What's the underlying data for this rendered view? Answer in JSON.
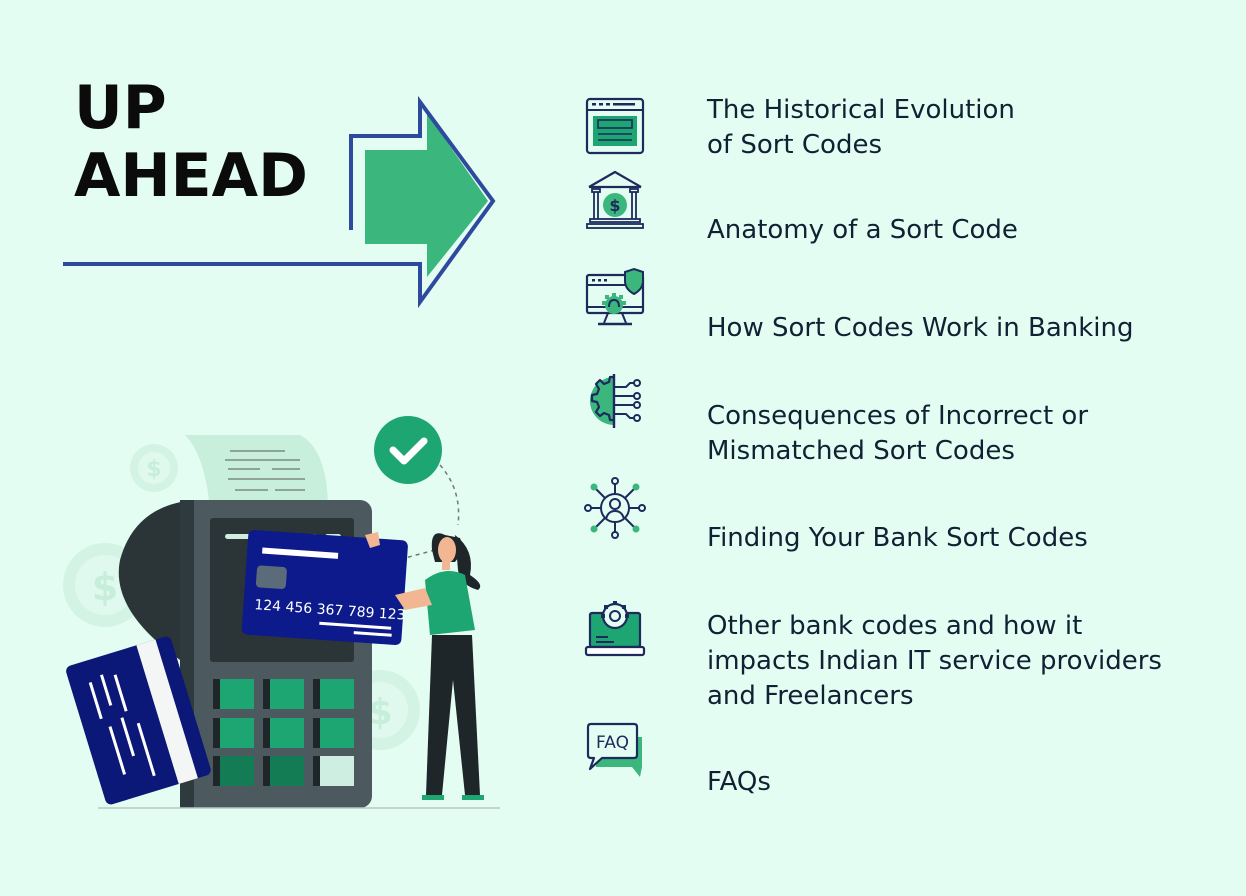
{
  "header": {
    "title_line1": "UP",
    "title_line2": "AHEAD"
  },
  "colors": {
    "background": "#e3fdf3",
    "accent_green": "#3bb77e",
    "navy": "#2e4a9e",
    "icon_navy": "#1c2a5c",
    "text": "#0f2233"
  },
  "illustration": {
    "card_number": "124 456 367 789 123",
    "check_icon": "check-circle-icon"
  },
  "toc": {
    "items": [
      {
        "icon": "browser-window-icon",
        "lines": [
          "The Historical Evolution",
          "of Sort Codes"
        ]
      },
      {
        "icon": "bank-dollar-icon",
        "lines": [
          "Anatomy of a Sort Code"
        ]
      },
      {
        "icon": "monitor-shield-gear-icon",
        "lines": [
          "How Sort Codes Work in Banking"
        ]
      },
      {
        "icon": "gear-circuit-icon",
        "lines": [
          "Consequences of Incorrect or",
          "Mismatched Sort Codes"
        ]
      },
      {
        "icon": "network-user-icon",
        "lines": [
          "Finding Your Bank Sort Codes"
        ]
      },
      {
        "icon": "laptop-gear-icon",
        "lines": [
          "Other bank codes and how it",
          "impacts Indian IT service providers",
          "and Freelancers"
        ]
      },
      {
        "icon": "faq-bubble-icon",
        "lines": [
          "FAQs"
        ],
        "icon_text": "FAQ"
      }
    ]
  }
}
